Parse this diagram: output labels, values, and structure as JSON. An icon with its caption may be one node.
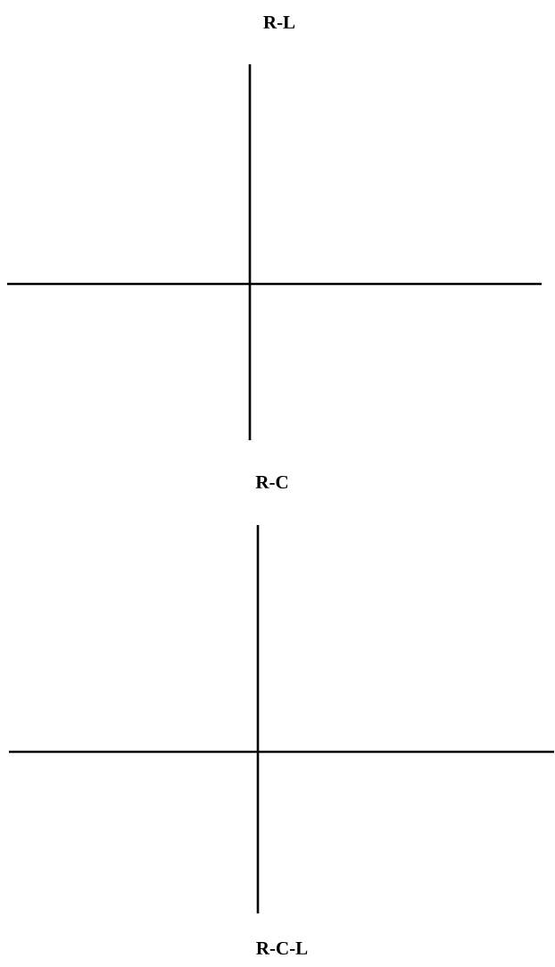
{
  "diagram": {
    "labels": [
      "R-L",
      "R-C",
      "R-C-L"
    ]
  }
}
